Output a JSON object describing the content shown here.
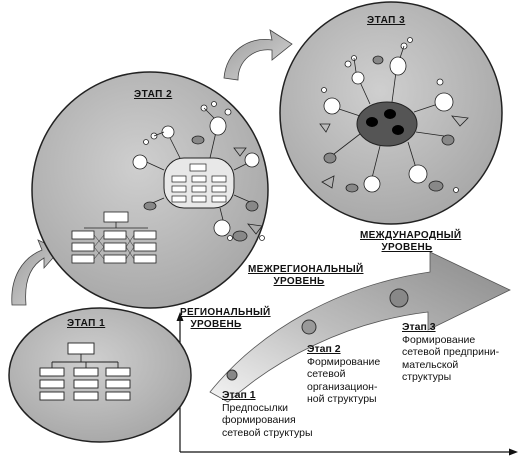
{
  "stages": [
    {
      "title": "ЭТАП 1"
    },
    {
      "title": "ЭТАП 2"
    },
    {
      "title": "ЭТАП 3"
    }
  ],
  "levels": {
    "regional": {
      "line1": "РЕГИОНАЛЬНЫЙ",
      "line2": "УРОВЕНЬ"
    },
    "interregional": {
      "line1": "МЕЖРЕГИОНАЛЬНЫЙ",
      "line2": "УРОВЕНЬ"
    },
    "international": {
      "line1": "МЕЖДУНАРОДНЫЙ",
      "line2": "УРОВЕНЬ"
    }
  },
  "captions": [
    {
      "heading": "Этап 1",
      "l1": "Предпосылки",
      "l2": "формирования",
      "l3": "сетевой структуры"
    },
    {
      "heading": "Этап 2",
      "l1": "Формирование",
      "l2": "сетевой",
      "l3": "организацион-",
      "l4": "ной структуры"
    },
    {
      "heading": "Этап 3",
      "l1": "Формирование",
      "l2": "сетевой предприни-",
      "l3": "мательской",
      "l4": "структуры"
    }
  ]
}
